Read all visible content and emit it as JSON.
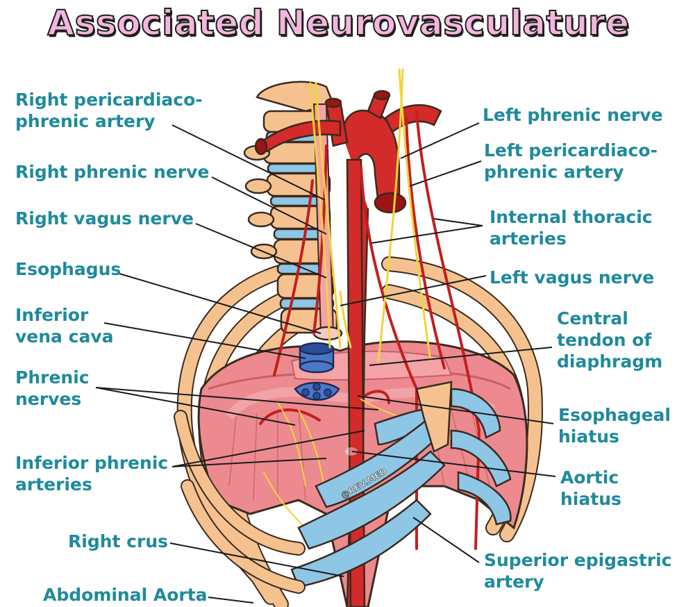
{
  "title": "Associated Neurovasculature",
  "watermark": "@REV.MED",
  "labels": {
    "right_pericardiacophrenic_artery": [
      "Right pericardiaco-",
      "phrenic artery"
    ],
    "right_phrenic_nerve": [
      "Right phrenic nerve"
    ],
    "right_vagus_nerve": [
      "Right vagus nerve"
    ],
    "esophagus": [
      "Esophagus"
    ],
    "inferior_vena_cava": [
      "Inferior",
      "vena cava"
    ],
    "phrenic_nerves": [
      "Phrenic",
      "nerves"
    ],
    "inferior_phrenic_arteries": [
      "Inferior phrenic",
      "arteries"
    ],
    "right_crus": [
      "Right crus"
    ],
    "abdominal_aorta": [
      "Abdominal Aorta"
    ],
    "left_phrenic_nerve": [
      "Left phrenic nerve"
    ],
    "left_pericardiacophrenic_artery": [
      "Left pericardiaco-",
      "phrenic artery"
    ],
    "internal_thoracic_arteries": [
      "Internal thoracic",
      "arteries"
    ],
    "left_vagus_nerve": [
      "Left vagus nerve"
    ],
    "central_tendon_of_diaphragm": [
      "Central",
      "tendon of",
      "diaphragm"
    ],
    "esophageal_hiatus": [
      "Esophageal",
      "hiatus"
    ],
    "aortic_hiatus": [
      "Aortic",
      "hiatus"
    ],
    "superior_epigastric_artery": [
      "Superior epigastric",
      "artery"
    ]
  },
  "colors": {
    "label_text": "#1f8a9c",
    "title_fill": "#f4b6dc",
    "artery_red": "#d32a2a",
    "nerve_yellow": "#f2d43c",
    "bone": "#f5c28f",
    "cartilage_blue": "#8ec6e6",
    "diaphragm_pink": "#ec8a8f",
    "vena_cava_blue": "#4a78c9"
  }
}
